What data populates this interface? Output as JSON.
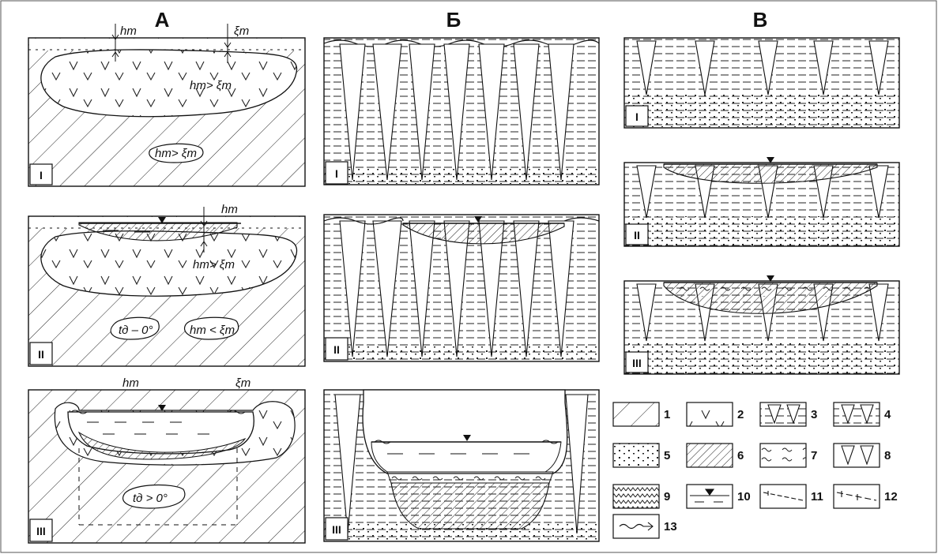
{
  "columns": {
    "a": "А",
    "b": "Б",
    "c": "В"
  },
  "panels": {
    "a1": {
      "roman": "I",
      "label_h": "hт",
      "label_xi": "ξт",
      "relation": "hт> ξт",
      "bubble": "hт> ξт"
    },
    "a2": {
      "roman": "II",
      "label_h": "hт",
      "relation": "hт> ξт",
      "bubble_left": "tд – 0°",
      "bubble_right": "hт < ξт"
    },
    "a3": {
      "roman": "III",
      "label_h": "hт",
      "label_xi": "ξт",
      "bubble": "tд > 0°"
    },
    "b1": {
      "roman": "I"
    },
    "b2": {
      "roman": "II"
    },
    "b3": {
      "roman": "III"
    },
    "c1": {
      "roman": "I"
    },
    "c2": {
      "roman": "II"
    },
    "c3": {
      "roman": "III"
    }
  },
  "legend": [
    {
      "num": "1",
      "pattern": "dense-diagonal-hatch"
    },
    {
      "num": "2",
      "pattern": "v-marks"
    },
    {
      "num": "3",
      "pattern": "wedges-in-layers"
    },
    {
      "num": "4",
      "pattern": "wedges-in-layers-hatched"
    },
    {
      "num": "5",
      "pattern": "dots"
    },
    {
      "num": "6",
      "pattern": "diagonal-hatch"
    },
    {
      "num": "7",
      "pattern": "wavy-lines"
    },
    {
      "num": "8",
      "pattern": "wedges"
    },
    {
      "num": "9",
      "pattern": "zigzag-hatch"
    },
    {
      "num": "10",
      "pattern": "water-level"
    },
    {
      "num": "11",
      "pattern": "dash-dot-line"
    },
    {
      "num": "12",
      "pattern": "dash-tick-line"
    },
    {
      "num": "13",
      "pattern": "wave-arrow"
    }
  ]
}
